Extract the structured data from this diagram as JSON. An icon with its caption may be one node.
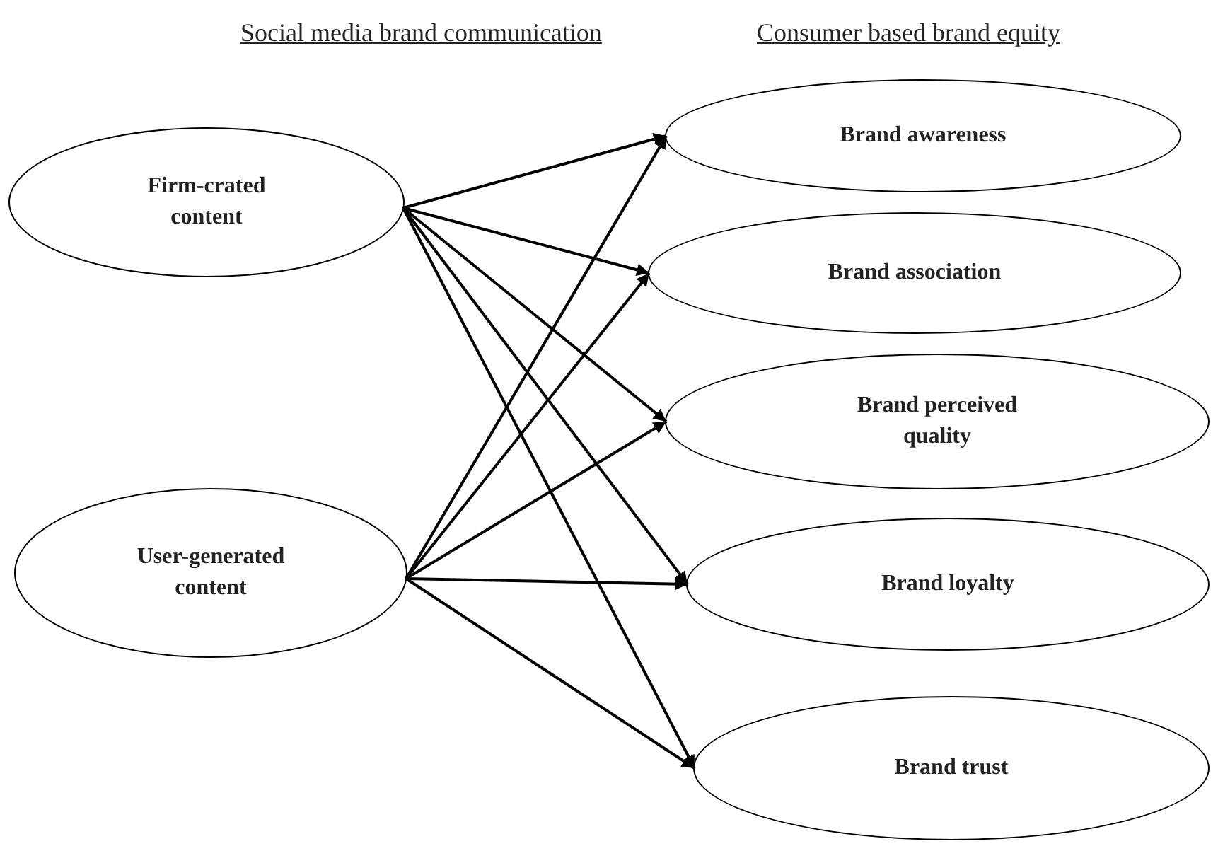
{
  "diagram": {
    "nodes": [
      {
        "text": [
          "Firm-crated content"
        ]
      },
      {
        "text": [
          "User-generated content"
        ]
      },
      {
        "text": [
          "Brand awareness"
        ]
      },
      {
        "text": [
          "Brand association"
        ]
      },
      {
        "text": [
          "Brand perceived quality"
        ]
      },
      {
        "text": [
          "Brand loyalty"
        ]
      },
      {
        "text": [
          "Brand trust"
        ]
      }
    ],
    "edges": [
      {
        "from": 0,
        "to": 2,
        "arrow": "to"
      },
      {
        "from": 0,
        "to": 3,
        "arrow": "to"
      },
      {
        "from": 0,
        "to": 4,
        "arrow": "to"
      },
      {
        "from": 0,
        "to": 5,
        "arrow": "to"
      },
      {
        "from": 0,
        "to": 6,
        "arrow": "to"
      },
      {
        "from": 1,
        "to": 2,
        "arrow": "to"
      },
      {
        "from": 1,
        "to": 3,
        "arrow": "to"
      },
      {
        "from": 1,
        "to": 4,
        "arrow": "to"
      },
      {
        "from": 1,
        "to": 5,
        "arrow": "to"
      },
      {
        "from": 1,
        "to": 6,
        "arrow": "to"
      }
    ],
    "labels": [
      "Social media brand communication",
      "Consumer based brand equity"
    ]
  }
}
